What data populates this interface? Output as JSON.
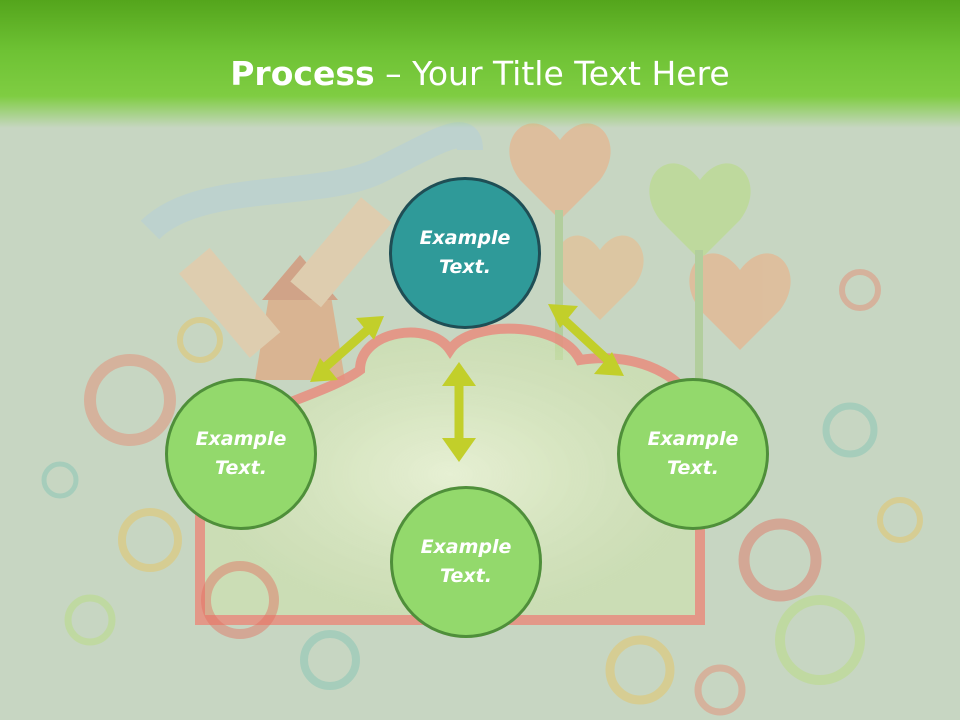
{
  "title": {
    "bold": "Process",
    "dash": " – ",
    "rest": "Your Title Text Here"
  },
  "nodes": [
    {
      "label": "Example Text.",
      "color": "#2f9a99"
    },
    {
      "label": "Example Text.",
      "color": "#93d96c"
    },
    {
      "label": "Example Text.",
      "color": "#93d96c"
    },
    {
      "label": "Example Text.",
      "color": "#93d96c"
    }
  ],
  "colors": {
    "header": "#6ec234",
    "arrow": "#c2cf2a",
    "node_green": "#93d96c",
    "node_teal": "#2f9a99"
  }
}
